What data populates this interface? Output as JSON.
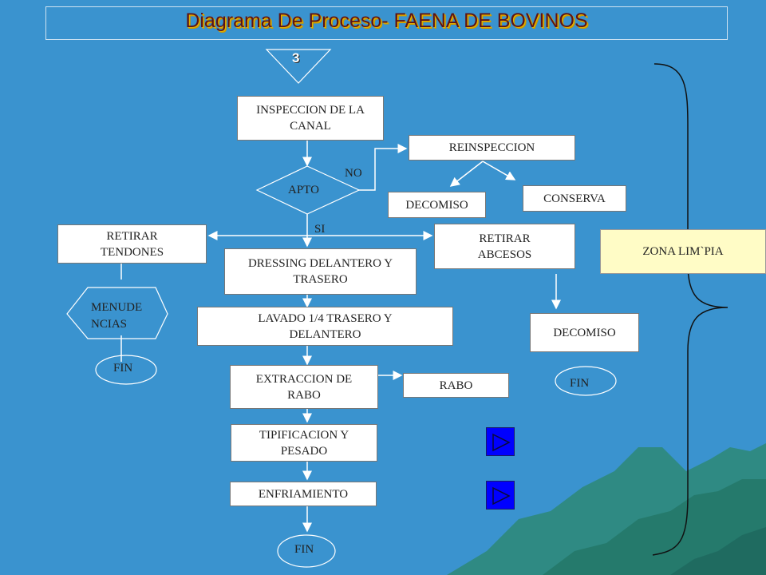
{
  "title": "Diagrama De Proceso- FAENA DE BOVINOS",
  "connector_number": "3",
  "nodes": {
    "inspeccion": "INSPECCION DE LA CANAL",
    "reinspeccion": "REINSPECCION",
    "apto": "APTO",
    "no_label": "NO",
    "si_label": "SI",
    "decomiso_1": "DECOMISO",
    "conserva": "CONSERVA",
    "retirar_tendones": "RETIRAR TENDONES",
    "retirar_abcesos": "RETIRAR ABCESOS",
    "dressing": "DRESSING DELANTERO Y TRASERO",
    "menudencias": "MENUDE NCIAS",
    "lavado": "LAVADO 1/4 TRASERO Y DELANTERO",
    "decomiso_2": "DECOMISO",
    "fin_left": "FIN",
    "extraccion": "EXTRACCION DE RABO",
    "rabo": "RABO",
    "fin_right": "FIN",
    "tipificacion": "TIPIFICACION Y PESADO",
    "enfriamiento": "ENFRIAMIENTO",
    "fin_bottom": "FIN"
  },
  "zone_label": "ZONA LIM`PIA",
  "colors": {
    "background": "#3a93cf",
    "title_text": "#5c1416",
    "title_shadow": "#e8b400",
    "zone_fill": "#fffcc6",
    "nav_button": "#0000ff",
    "wave": "#2f8a83"
  },
  "nav_buttons": [
    "play-forward-icon",
    "play-forward-icon"
  ]
}
